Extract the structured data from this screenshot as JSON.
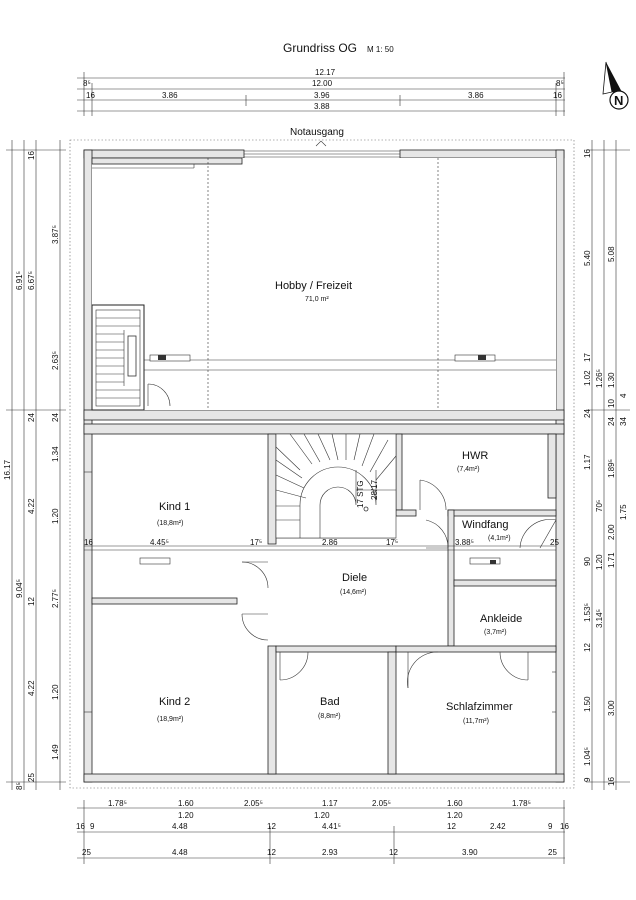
{
  "header": {
    "title": "Grundriss OG",
    "scale": "M 1: 50"
  },
  "north_label": "N",
  "emergency_exit": "Notausgang",
  "rooms": [
    {
      "name": "Hobby / Freizeit",
      "area": "71,0 m²"
    },
    {
      "name": "HWR",
      "area": "(7,4m²)"
    },
    {
      "name": "Kind 1",
      "area": "(18,8m²)"
    },
    {
      "name": "Windfang",
      "area": "(4,1m²)"
    },
    {
      "name": "Diele",
      "area": "(14,6m²)"
    },
    {
      "name": "Ankleide",
      "area": "(3,7m²)"
    },
    {
      "name": "Kind 2",
      "area": "(18,9m²)"
    },
    {
      "name": "Bad",
      "area": "(8,8m²)"
    },
    {
      "name": "Schlafzimmer",
      "area": "(11,7m²)"
    }
  ],
  "stair_label": "17 STG",
  "stair_ratio": "28/17",
  "dims_top": {
    "row1": [
      "12.17",
      "8⁵",
      "8⁵"
    ],
    "row2": [
      "12.00"
    ],
    "row3": [
      "16",
      "3.86",
      "3.96",
      "3.86",
      "16"
    ],
    "row4": [
      "3.88"
    ]
  },
  "dims_interior": [
    "16",
    "4.45⁵",
    "17⁵",
    "2.86",
    "17⁵",
    "3.88⁵",
    "25"
  ],
  "dims_bottom": {
    "row1": [
      "1.78⁵",
      "1.60",
      "2.05⁵",
      "1.17",
      "2.05⁵",
      "1.60",
      "1.78⁵"
    ],
    "row1b": [
      "1.20",
      "1.20",
      "1.20"
    ],
    "row2": [
      "16",
      "9",
      "4.48",
      "12",
      "4.41⁵",
      "12",
      "2.42",
      "9",
      "16"
    ],
    "row3": [
      "25",
      "4.48",
      "12",
      "2.93",
      "12",
      "3.90",
      "25"
    ]
  },
  "dims_left": {
    "outer": [
      "16.17"
    ],
    "mid": [
      "6.91⁵",
      "9.04⁵",
      "8⁵"
    ],
    "inner": [
      "16",
      "6.67⁵",
      "24",
      "4.22",
      "12",
      "4.22",
      "25"
    ],
    "inner2": [
      "3.87⁵",
      "2.63⁵",
      "24",
      "1.34",
      "1.20",
      "2.77⁵",
      "1.20",
      "1.49"
    ]
  },
  "dims_right": {
    "inner": [
      "16",
      "5.40",
      "17",
      "1.02",
      "1.26⁵",
      "24",
      "1.17",
      "90",
      "1.20",
      "1.53⁵",
      "12",
      "1.50",
      "1.04⁵",
      "9"
    ],
    "mid": [
      "5.08",
      "1.30",
      "10",
      "24",
      "1.89⁵",
      "70⁵",
      "2.00",
      "1.71",
      "3.14⁵",
      "3.00",
      "16"
    ],
    "outer": [
      "34",
      "4",
      "1.75"
    ]
  }
}
